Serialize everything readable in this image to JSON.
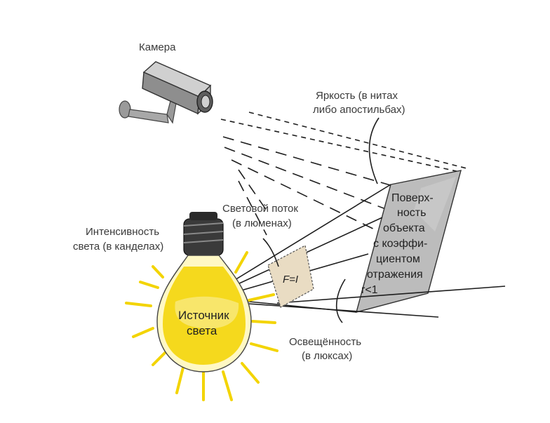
{
  "labels": {
    "camera": "Камера",
    "luminance_line1": "Яркость (в нитах",
    "luminance_line2": "либо апостильбах)",
    "flux_line1": "Световой поток",
    "flux_line2": "(в люменах)",
    "intensity_line1": "Интенсивность",
    "intensity_line2": "света (в канделах)",
    "formula": "F=I",
    "source_line1": "Источник",
    "source_line2": "света",
    "illuminance_line1": "Освещённость",
    "illuminance_line2": "(в люксах)",
    "surface_lines": [
      "Поверх-",
      "ность",
      "объекта",
      "с коэффи-",
      "циентом",
      "отражения",
      "r<1"
    ]
  },
  "colors": {
    "bulb_yellow": "#f3d400",
    "surface_gray": "#b8b8b8",
    "ink": "#1e1e1e"
  }
}
